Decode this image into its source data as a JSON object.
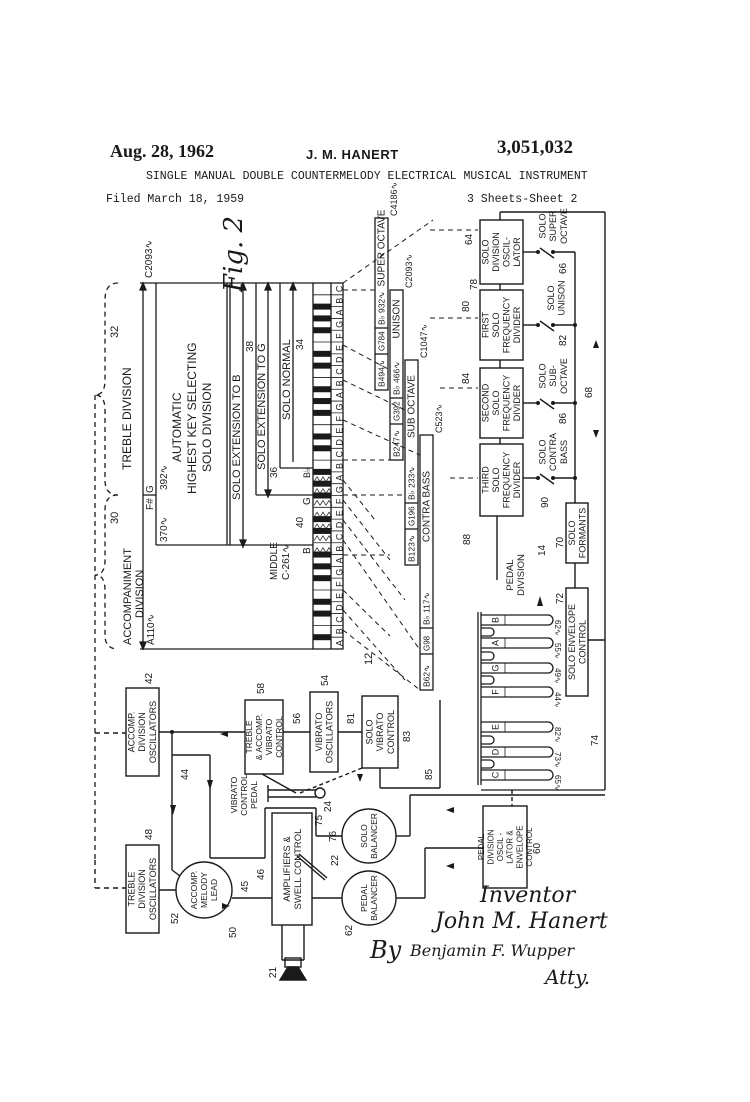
{
  "header": {
    "date": "Aug. 28, 1962",
    "inventor": "J. M. HANERT",
    "patent_number": "3,051,032",
    "title": "SINGLE MANUAL DOUBLE COUNTERMELODY ELECTRICAL MUSICAL INSTRUMENT",
    "filed": "Filed March 18, 1959",
    "sheets": "3 Sheets-Sheet 2"
  },
  "figure": {
    "label": "Fig. 2",
    "divisions": {
      "accompaniment": "ACCOMPANIMENT",
      "accompaniment2": "DIVISION",
      "accompaniment_freq": "A110∿",
      "treble": "TREBLE  DIVISION",
      "treble_top_freq": "C2093∿",
      "split_f": "F#",
      "split_g": "G",
      "freq_370": "370∿",
      "freq_392": "392∿",
      "auto_line1": "AUTOMATIC",
      "auto_line2": "HIGHEST KEY SELECTING",
      "auto_line3": "SOLO DIVISION",
      "ext_b": "SOLO EXTENSION TO B",
      "ext_g": "SOLO EXTENSION TO G",
      "solo_normal": "SOLO NORMAL",
      "middle_c1": "MIDDLE",
      "middle_c2": "C-261∿",
      "mark_b": "B",
      "mark_g": "G",
      "mark_bb": "B♭"
    },
    "ref_numbers": {
      "n30": "30",
      "n32": "32",
      "n34": "34",
      "n36": "36",
      "n38": "38",
      "n40": "40",
      "n12": "12",
      "n14": "14",
      "n42": "42",
      "n44": "44",
      "n45": "45",
      "n46": "46",
      "n48": "48",
      "n50": "50",
      "n52": "52",
      "n54": "54",
      "n56": "56",
      "n58": "58",
      "n60": "60",
      "n62": "62",
      "n64": "64",
      "n66": "66",
      "n68": "68",
      "n70": "70",
      "n72": "72",
      "n74": "74",
      "n75": "75",
      "n76": "76",
      "n78": "78",
      "n80": "80",
      "n81": "81",
      "n82": "82",
      "n83": "83",
      "n84": "84",
      "n85": "85",
      "n86": "86",
      "n88": "88",
      "n90": "90",
      "n21": "21",
      "n22": "22",
      "n24": "24"
    },
    "keyboard_keys": [
      "A",
      "B",
      "C",
      "D",
      "E",
      "F",
      "G",
      "A",
      "B",
      "C",
      "D",
      "E",
      "F",
      "G",
      "A",
      "B",
      "C",
      "D",
      "E",
      "F",
      "G",
      "A",
      "B",
      "C",
      "D",
      "E",
      "F",
      "G",
      "A",
      "B",
      "C"
    ],
    "bars": {
      "super_octave": {
        "label": "SUPER OCTAVE",
        "low": "B494∿",
        "mid1": "G784",
        "mid2": "B♭ 932∿",
        "high": "C4186∿"
      },
      "unison": {
        "label": "UNISON",
        "low": "B247∿",
        "mid1": "G392",
        "mid2": "B♭ 466∿",
        "high": "C2093∿"
      },
      "sub_octave": {
        "label": "SUB OCTAVE",
        "low": "B123∿",
        "mid1": "G196",
        "mid2": "B♭ 233∿",
        "high": "C1047∿"
      },
      "contra_bass": {
        "label": "CONTRA  BASS",
        "low": "B62∿",
        "mid1": "G98",
        "mid2": "B♭ 117∿",
        "high": "C523∿"
      }
    },
    "blocks": {
      "solo_osc": [
        "SOLO",
        "DIVISION",
        "OSCIL-",
        "LATOR"
      ],
      "first_div": [
        "FIRST",
        "SOLO",
        "FREQUENCY",
        "DIVIDER"
      ],
      "second_div": [
        "SECOND",
        "SOLO",
        "FREQUENCY",
        "DIVIDER"
      ],
      "third_div": [
        "THIRD",
        "SOLO",
        "FREQUENCY",
        "DIVIDER"
      ],
      "sw_super": [
        "SOLO",
        "SUPER",
        "OCTAVE"
      ],
      "sw_unison": [
        "SOLO",
        "UNISON"
      ],
      "sw_sub": [
        "SOLO",
        "SUB-",
        "OCTAVE"
      ],
      "sw_contra": [
        "SOLO",
        "CONTRA",
        "BASS"
      ],
      "formants": [
        "SOLO",
        "FORMANTS"
      ],
      "envelope": [
        "SOLO ENVELOPE",
        "CONTROL"
      ],
      "pedal_div": [
        "PEDAL",
        "DIVISION"
      ],
      "accomp_osc": [
        "ACCOMP.",
        "DIVISION",
        "OSCILLATORS"
      ],
      "treble_vib": [
        "TREBLE",
        "& ACCOMP.",
        "VIBRATO",
        "CONTROL"
      ],
      "vib_osc": [
        "VIBRATO",
        "OSCILLATORS"
      ],
      "solo_vib": [
        "SOLO",
        "VIBRATO",
        "CONTROL"
      ],
      "vib_pedal": [
        "VIBRATO",
        "CONTROL",
        "PEDAL"
      ],
      "treble_osc": [
        "TREBLE",
        "DIVISION",
        "OSCILLATORS"
      ],
      "accomp_lead": [
        "ACCOMP.",
        "MELODY",
        "LEAD"
      ],
      "amplifiers": [
        "AMPLIFIERS &",
        "SWELL CONTROL"
      ],
      "solo_bal": [
        "SOLO",
        "BALANCER"
      ],
      "pedal_bal": [
        "PEDAL",
        "BALANCER"
      ],
      "pedal_osc": [
        "PEDAL",
        "DIVISION",
        "OSCIL -",
        "LATOR &",
        "ENVELOPE",
        "CONTROL"
      ]
    },
    "pedals": [
      {
        "note": "B",
        "freq": "62∿"
      },
      {
        "note": "A",
        "freq": "55∿"
      },
      {
        "note": "G",
        "freq": "49∿"
      },
      {
        "note": "F",
        "freq": "44∿"
      },
      {
        "note": "E",
        "freq": "82∿"
      },
      {
        "note": "D",
        "freq": "73∿"
      },
      {
        "note": "C",
        "freq": "65∿"
      }
    ]
  },
  "signature": {
    "inventor_label": "Inventor",
    "inventor_name": "John M. Hanert",
    "by": "By",
    "attorney": "Benjamin F. Wupper",
    "atty": "Atty."
  }
}
